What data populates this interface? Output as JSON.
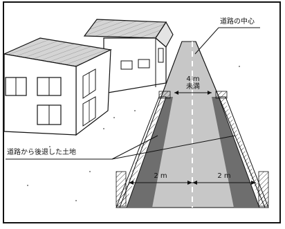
{
  "labels": {
    "road_center": "道路の中心",
    "road_width": "4 m",
    "road_width_sub": "未満",
    "setback_land": "道路から後退した土地",
    "left_setback": "2 m",
    "right_setback": "2 m"
  },
  "colors": {
    "road": "#c7c7c7",
    "setback": "#6e6e6e",
    "wall": "#ffffff",
    "ink": "#111111",
    "building_wall": "#ffffff",
    "roof": "#bdbdbd"
  }
}
